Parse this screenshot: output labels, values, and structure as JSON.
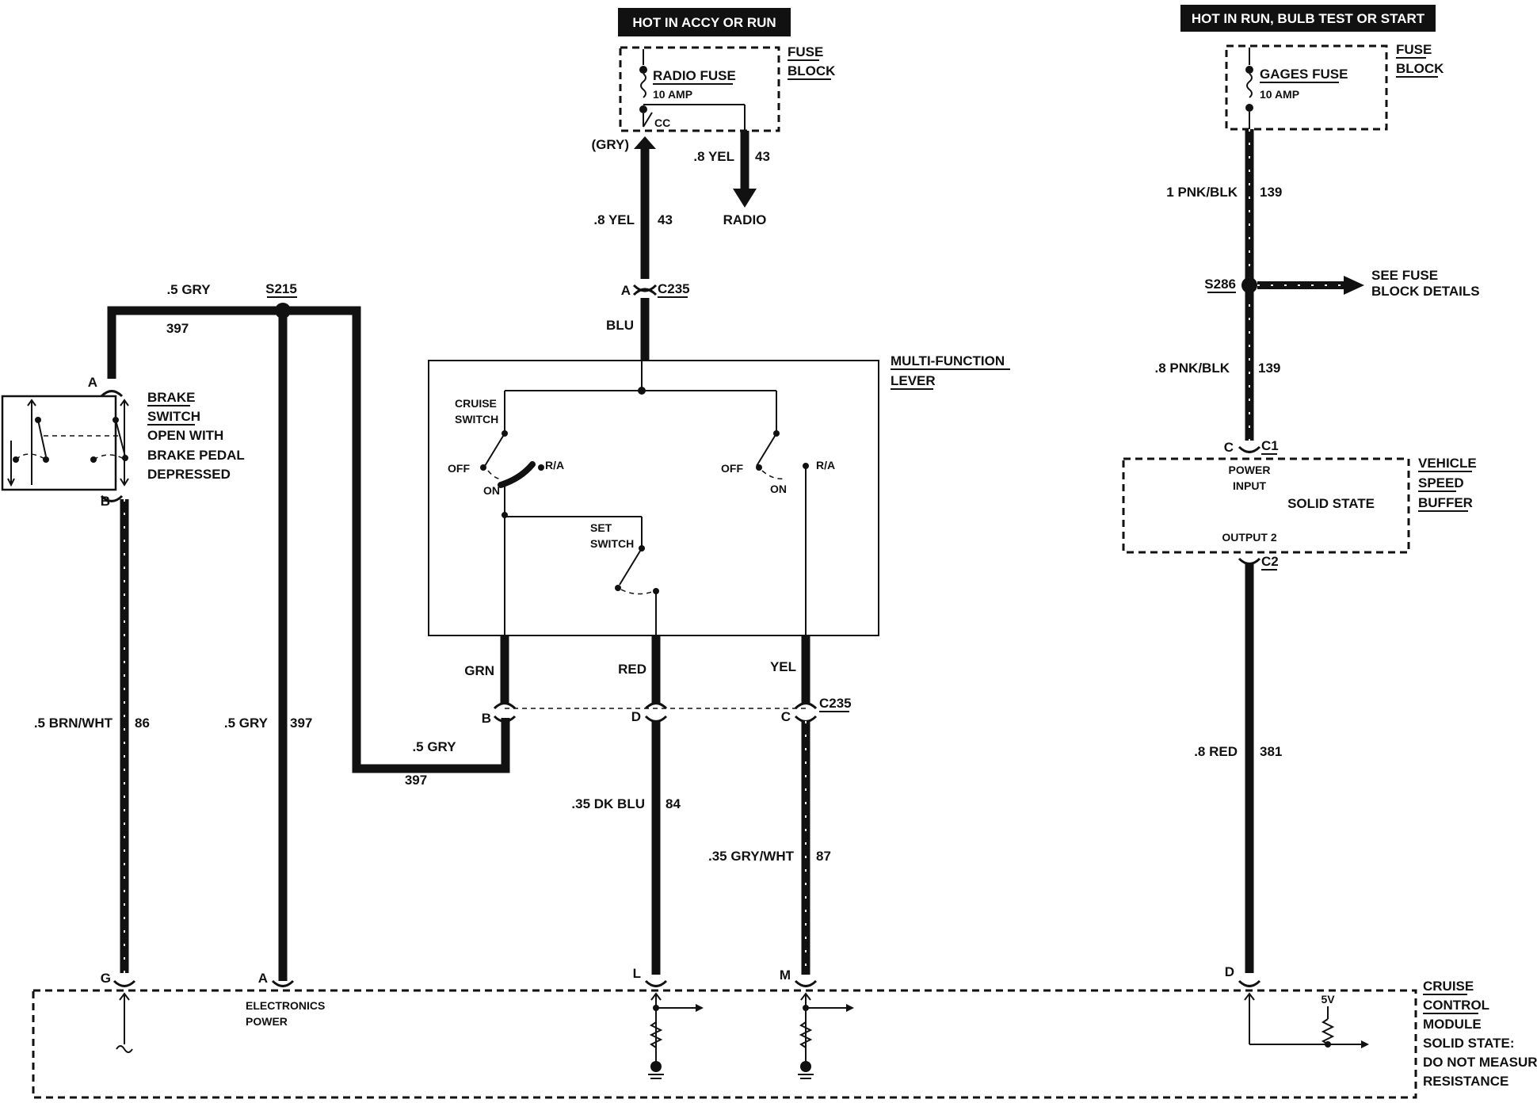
{
  "headers": {
    "left": "HOT IN ACCY OR RUN",
    "right": "HOT IN RUN, BULB TEST OR START"
  },
  "fuse_block_left": {
    "title1": "FUSE",
    "title2": "BLOCK",
    "fuse_name": "RADIO FUSE",
    "fuse_rating": "10 AMP",
    "terminal": "CC"
  },
  "fuse_block_right": {
    "title1": "FUSE",
    "title2": "BLOCK",
    "fuse_name": "GAGES FUSE",
    "fuse_rating": "10 AMP"
  },
  "radio_circuit": {
    "gry_label": "(GRY)",
    "branch_size_color": ".8 YEL",
    "branch_number": "43",
    "radio_label": "RADIO",
    "feed_size_color": ".8 YEL",
    "feed_number": "43",
    "conn_pin": "A",
    "conn_name": "C235",
    "blu_label": "BLU"
  },
  "brake_circuit": {
    "top_wire": ".5 GRY",
    "top_number": "397",
    "splice": "S215",
    "pin_a": "A",
    "pin_b": "B",
    "switch_name1": "BRAKE",
    "switch_name2": "SWITCH",
    "desc1": "OPEN WITH",
    "desc2": "BRAKE PEDAL",
    "desc3": "DEPRESSED",
    "wire_left": ".5  BRN/WHT",
    "wire_left_num": "86",
    "wire_mid": ".5 GRY",
    "wire_mid_num": "397",
    "loop_wire": ".5  GRY",
    "loop_num": "397"
  },
  "multifunction": {
    "title1": "MULTI-FUNCTION",
    "title2": "LEVER",
    "cruise_switch1": "CRUISE",
    "cruise_switch2": "SWITCH",
    "off_left": "OFF",
    "ra_left": "R/A",
    "on_left": "ON",
    "off_right": "OFF",
    "ra_right": "R/A",
    "on_right": "ON",
    "set_switch1": "SET",
    "set_switch2": "SWITCH",
    "grn": "GRN",
    "red": "RED",
    "yel": "YEL",
    "pin_b": "B",
    "pin_d": "D",
    "pin_c": "C",
    "conn": "C235",
    "wire_d": ".35 DK BLU",
    "wire_d_num": "84",
    "wire_c": ".35 GRY/WHT",
    "wire_c_num": "87"
  },
  "gages_circuit": {
    "wire_top": "1 PNK/BLK",
    "wire_top_num": "139",
    "splice": "S286",
    "see_fuse1": "SEE FUSE",
    "see_fuse2": "BLOCK DETAILS",
    "wire_mid": ".8 PNK/BLK",
    "wire_mid_num": "139",
    "pin_c": "C",
    "conn_c1": "C1"
  },
  "vss_buffer": {
    "title1": "VEHICLE",
    "title2": "SPEED",
    "title3": "BUFFER",
    "power_input1": "POWER",
    "power_input2": "INPUT",
    "solid_state": "SOLID STATE",
    "output": "OUTPUT 2",
    "conn_c2": "C2",
    "wire_out": ".8 RED",
    "wire_out_num": "381"
  },
  "cruise_module": {
    "title1": "CRUISE",
    "title2": "CONTROL",
    "title3": "MODULE",
    "note1": "SOLID STATE:",
    "note2": "DO NOT MEASURE",
    "note3": "RESISTANCE",
    "electronics1": "ELECTRONICS",
    "electronics2": "POWER",
    "pin_g": "G",
    "pin_a": "A",
    "pin_l": "L",
    "pin_m": "M",
    "pin_d": "D",
    "five_v": "5V"
  }
}
